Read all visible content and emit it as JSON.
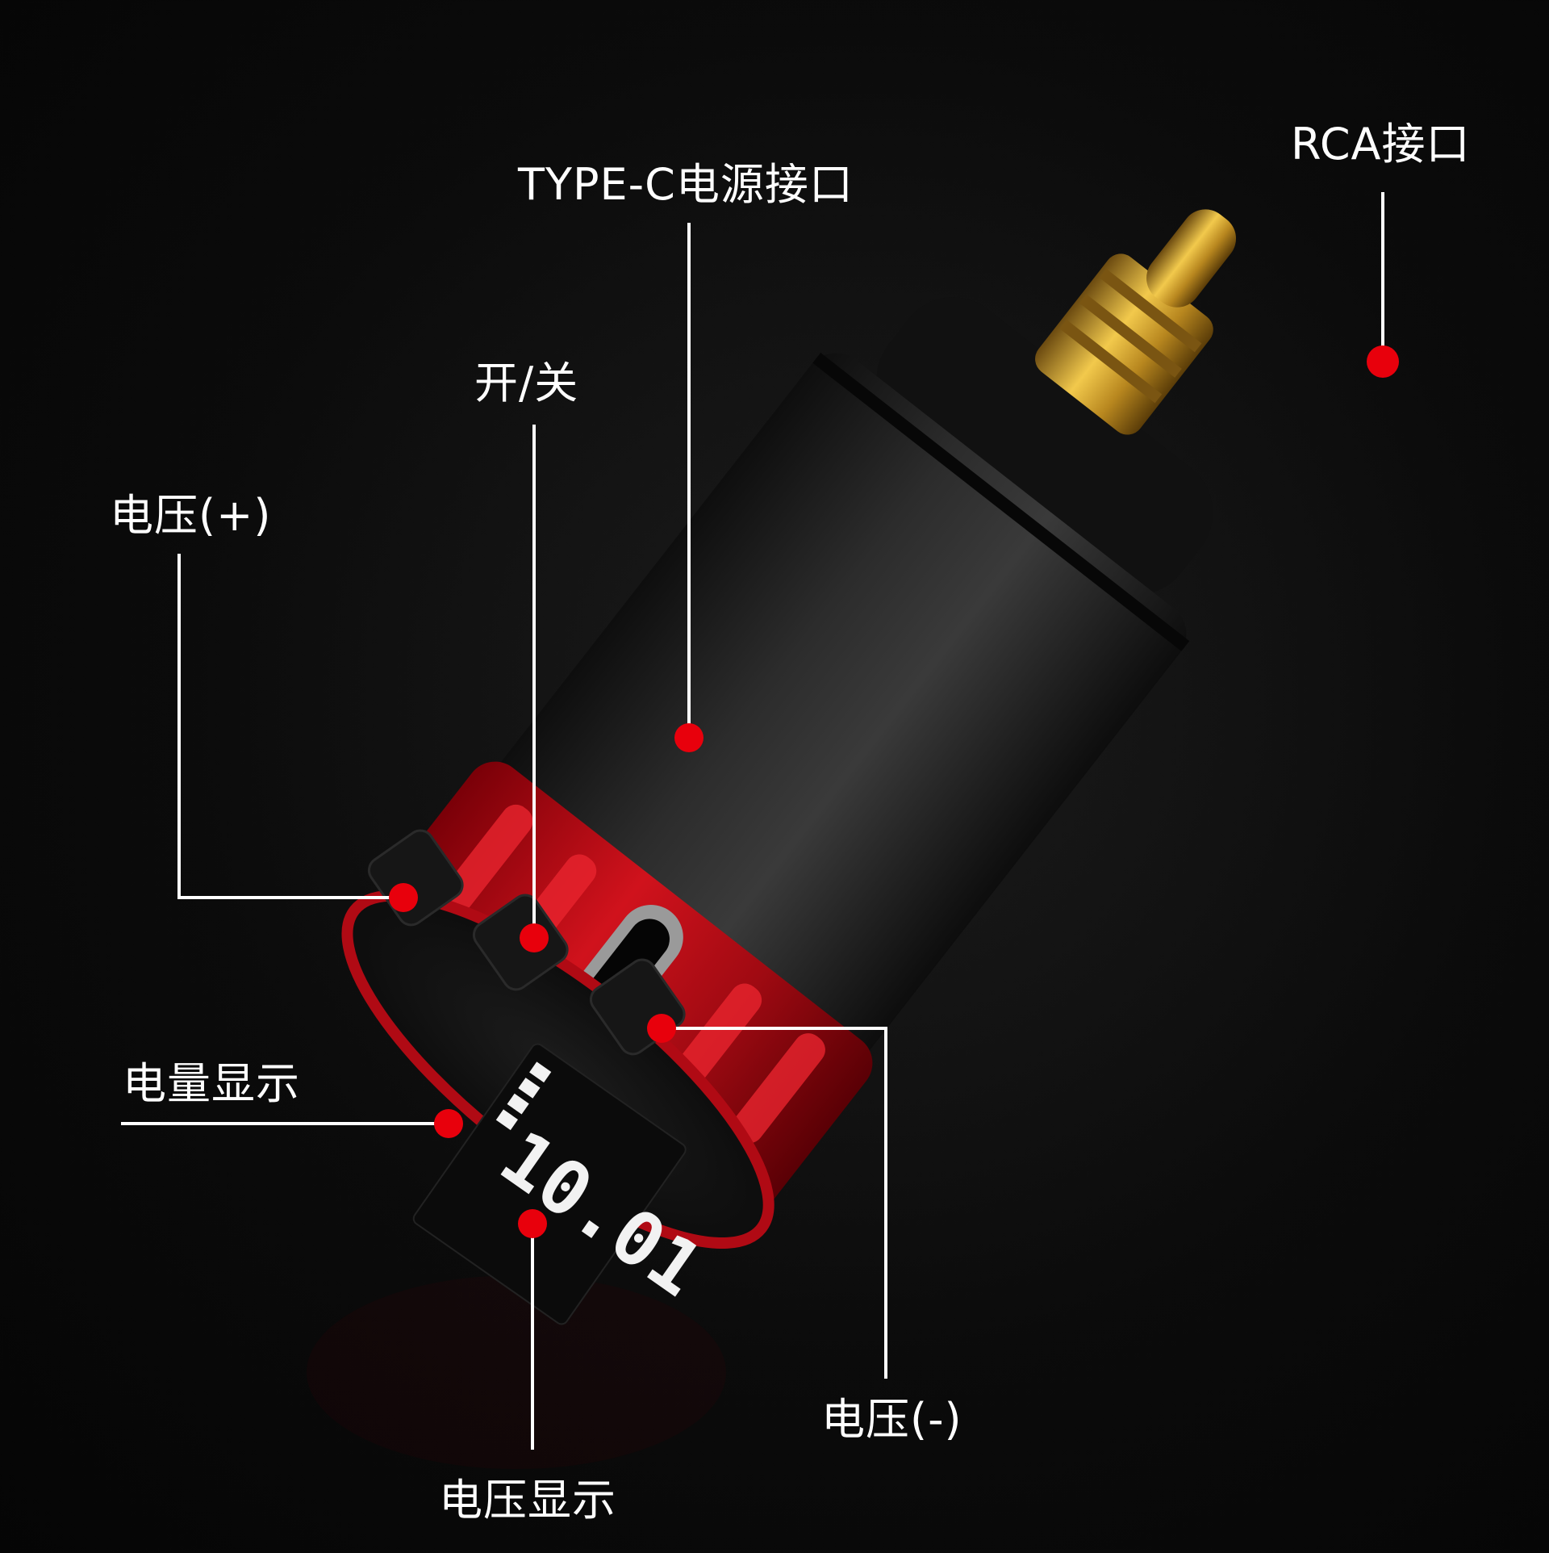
{
  "product": {
    "display_battery_level_bars": 4,
    "display_voltage": "10.01",
    "accent_color": "#c3101a",
    "body_color": "#1e1e1e",
    "connector_color": "#d4a630",
    "marker_color": "#e8000c",
    "leader_line_color": "#ffffff"
  },
  "labels": {
    "rca_port": "RCA接口",
    "typec_port": "TYPE-C电源接口",
    "power_switch": "开/关",
    "voltage_up": "电压(+)",
    "battery_display": "电量显示",
    "voltage_down": "电压(-)",
    "voltage_display": "电压显示"
  }
}
